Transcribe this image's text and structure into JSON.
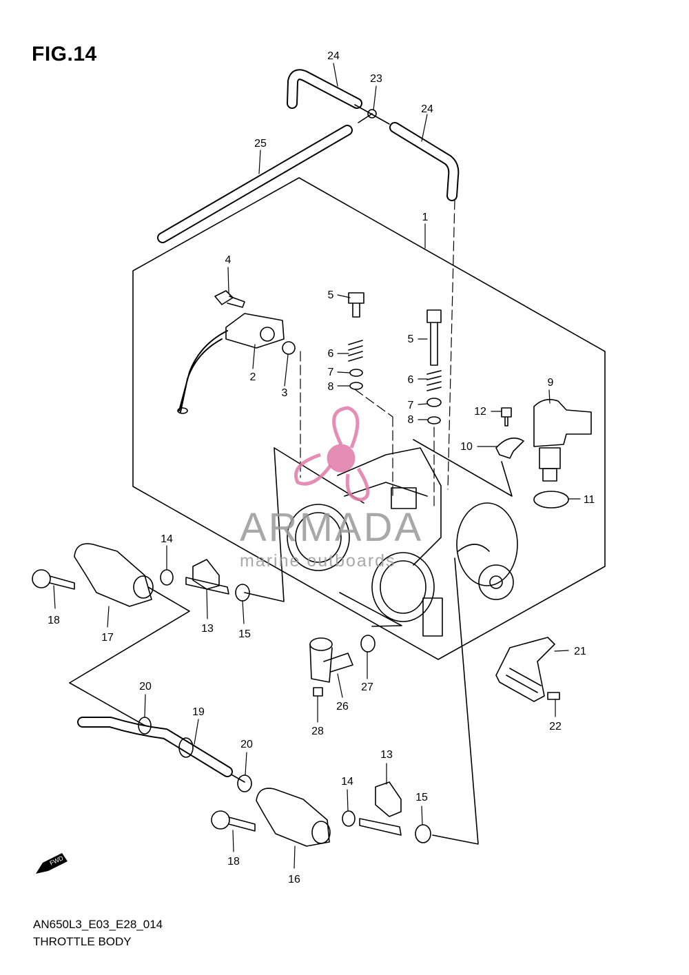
{
  "figure": {
    "title": "FIG.14"
  },
  "footer": {
    "code": "AN650L3_E03_E28_014",
    "name": "THROTTLE BODY"
  },
  "watermark": {
    "brand": "ARMADA",
    "tagline": "marine outboards",
    "accent": "#e07aa8"
  },
  "fwd_label": "FWD",
  "callouts": [
    {
      "id": "c24a",
      "label": "24"
    },
    {
      "id": "c23",
      "label": "23"
    },
    {
      "id": "c24b",
      "label": "24"
    },
    {
      "id": "c25",
      "label": "25"
    },
    {
      "id": "c1",
      "label": "1"
    },
    {
      "id": "c4",
      "label": "4"
    },
    {
      "id": "c2",
      "label": "2"
    },
    {
      "id": "c3",
      "label": "3"
    },
    {
      "id": "c5a",
      "label": "5"
    },
    {
      "id": "c6a",
      "label": "6"
    },
    {
      "id": "c7a",
      "label": "7"
    },
    {
      "id": "c8a",
      "label": "8"
    },
    {
      "id": "c5b",
      "label": "5"
    },
    {
      "id": "c6b",
      "label": "6"
    },
    {
      "id": "c7b",
      "label": "7"
    },
    {
      "id": "c8b",
      "label": "8"
    },
    {
      "id": "c9",
      "label": "9"
    },
    {
      "id": "c12",
      "label": "12"
    },
    {
      "id": "c10",
      "label": "10"
    },
    {
      "id": "c11",
      "label": "11"
    },
    {
      "id": "c14a",
      "label": "14"
    },
    {
      "id": "c18a",
      "label": "18"
    },
    {
      "id": "c17",
      "label": "17"
    },
    {
      "id": "c13a",
      "label": "13"
    },
    {
      "id": "c15a",
      "label": "15"
    },
    {
      "id": "c21",
      "label": "21"
    },
    {
      "id": "c22",
      "label": "22"
    },
    {
      "id": "c26",
      "label": "26"
    },
    {
      "id": "c27",
      "label": "27"
    },
    {
      "id": "c28",
      "label": "28"
    },
    {
      "id": "c20a",
      "label": "20"
    },
    {
      "id": "c19",
      "label": "19"
    },
    {
      "id": "c20b",
      "label": "20"
    },
    {
      "id": "c13b",
      "label": "13"
    },
    {
      "id": "c14b",
      "label": "14"
    },
    {
      "id": "c15b",
      "label": "15"
    },
    {
      "id": "c18b",
      "label": "18"
    },
    {
      "id": "c16",
      "label": "16"
    }
  ]
}
